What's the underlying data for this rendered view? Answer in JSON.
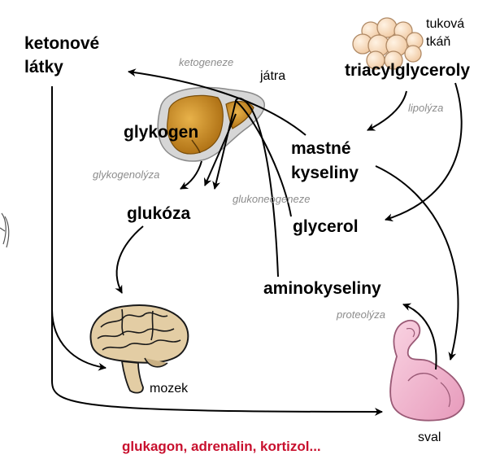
{
  "nodes": {
    "ketone_line1": "ketonové",
    "ketone_line2": "látky",
    "fat_tissue_line1": "tuková",
    "fat_tissue_line2": "tkáň",
    "triacylglycerols": "triacylglyceroly",
    "liver": "játra",
    "glycogen": "glykogen",
    "fatty_acids_line1": "mastné",
    "fatty_acids_line2": "kyseliny",
    "glucose": "glukóza",
    "glycerol": "glycerol",
    "amino_acids": "aminokyseliny",
    "brain": "mozek",
    "muscle": "sval"
  },
  "processes": {
    "ketogenesis": "ketogeneze",
    "lipolysis": "lipolýza",
    "glycogenolysis": "glykogenolýza",
    "gluconeogenesis": "glukoneogeneze",
    "proteolysis": "proteolýza"
  },
  "hormones": "glukagon, adrenalin, kortizol...",
  "colors": {
    "hormones": "#c8102e",
    "process_label": "#8c8c8c",
    "liver": "#c98a1c",
    "fat_cells": "#f5d6b8",
    "muscle": "#f2b8cf",
    "brain": "#d9c29a"
  }
}
